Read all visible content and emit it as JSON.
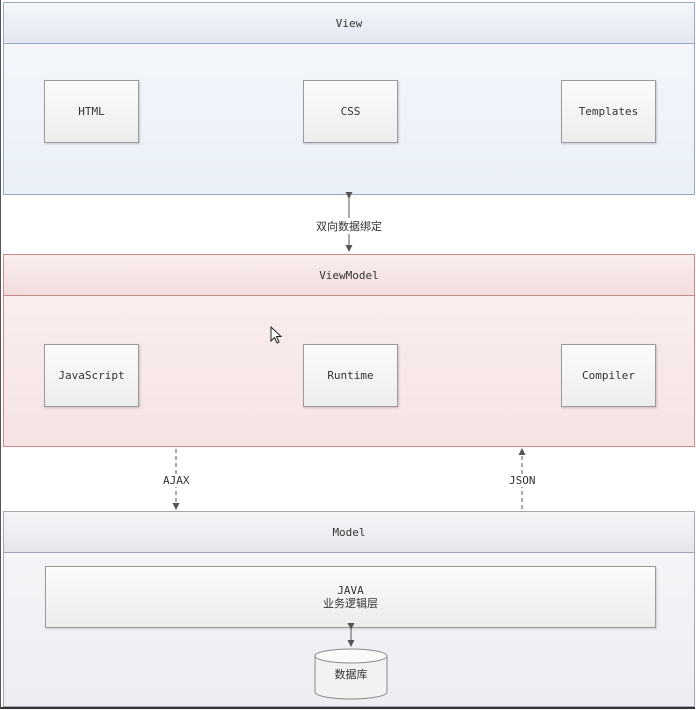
{
  "view": {
    "title": "View",
    "components": [
      "HTML",
      "CSS",
      "Templates"
    ]
  },
  "binding_label": "双向数据绑定",
  "viewmodel": {
    "title": "ViewModel",
    "components": [
      "JavaScript",
      "Runtime",
      "Compiler"
    ]
  },
  "ajax_label": "AJAX",
  "json_label": "JSON",
  "model": {
    "title": "Model",
    "business": {
      "line1": "JAVA",
      "line2": "业务逻辑层"
    },
    "database": "数据库"
  },
  "colors": {
    "view_border": "#97a7c4",
    "viewmodel_border": "#c98a8a",
    "model_border": "#a2a6b7",
    "connector": "#555555"
  }
}
